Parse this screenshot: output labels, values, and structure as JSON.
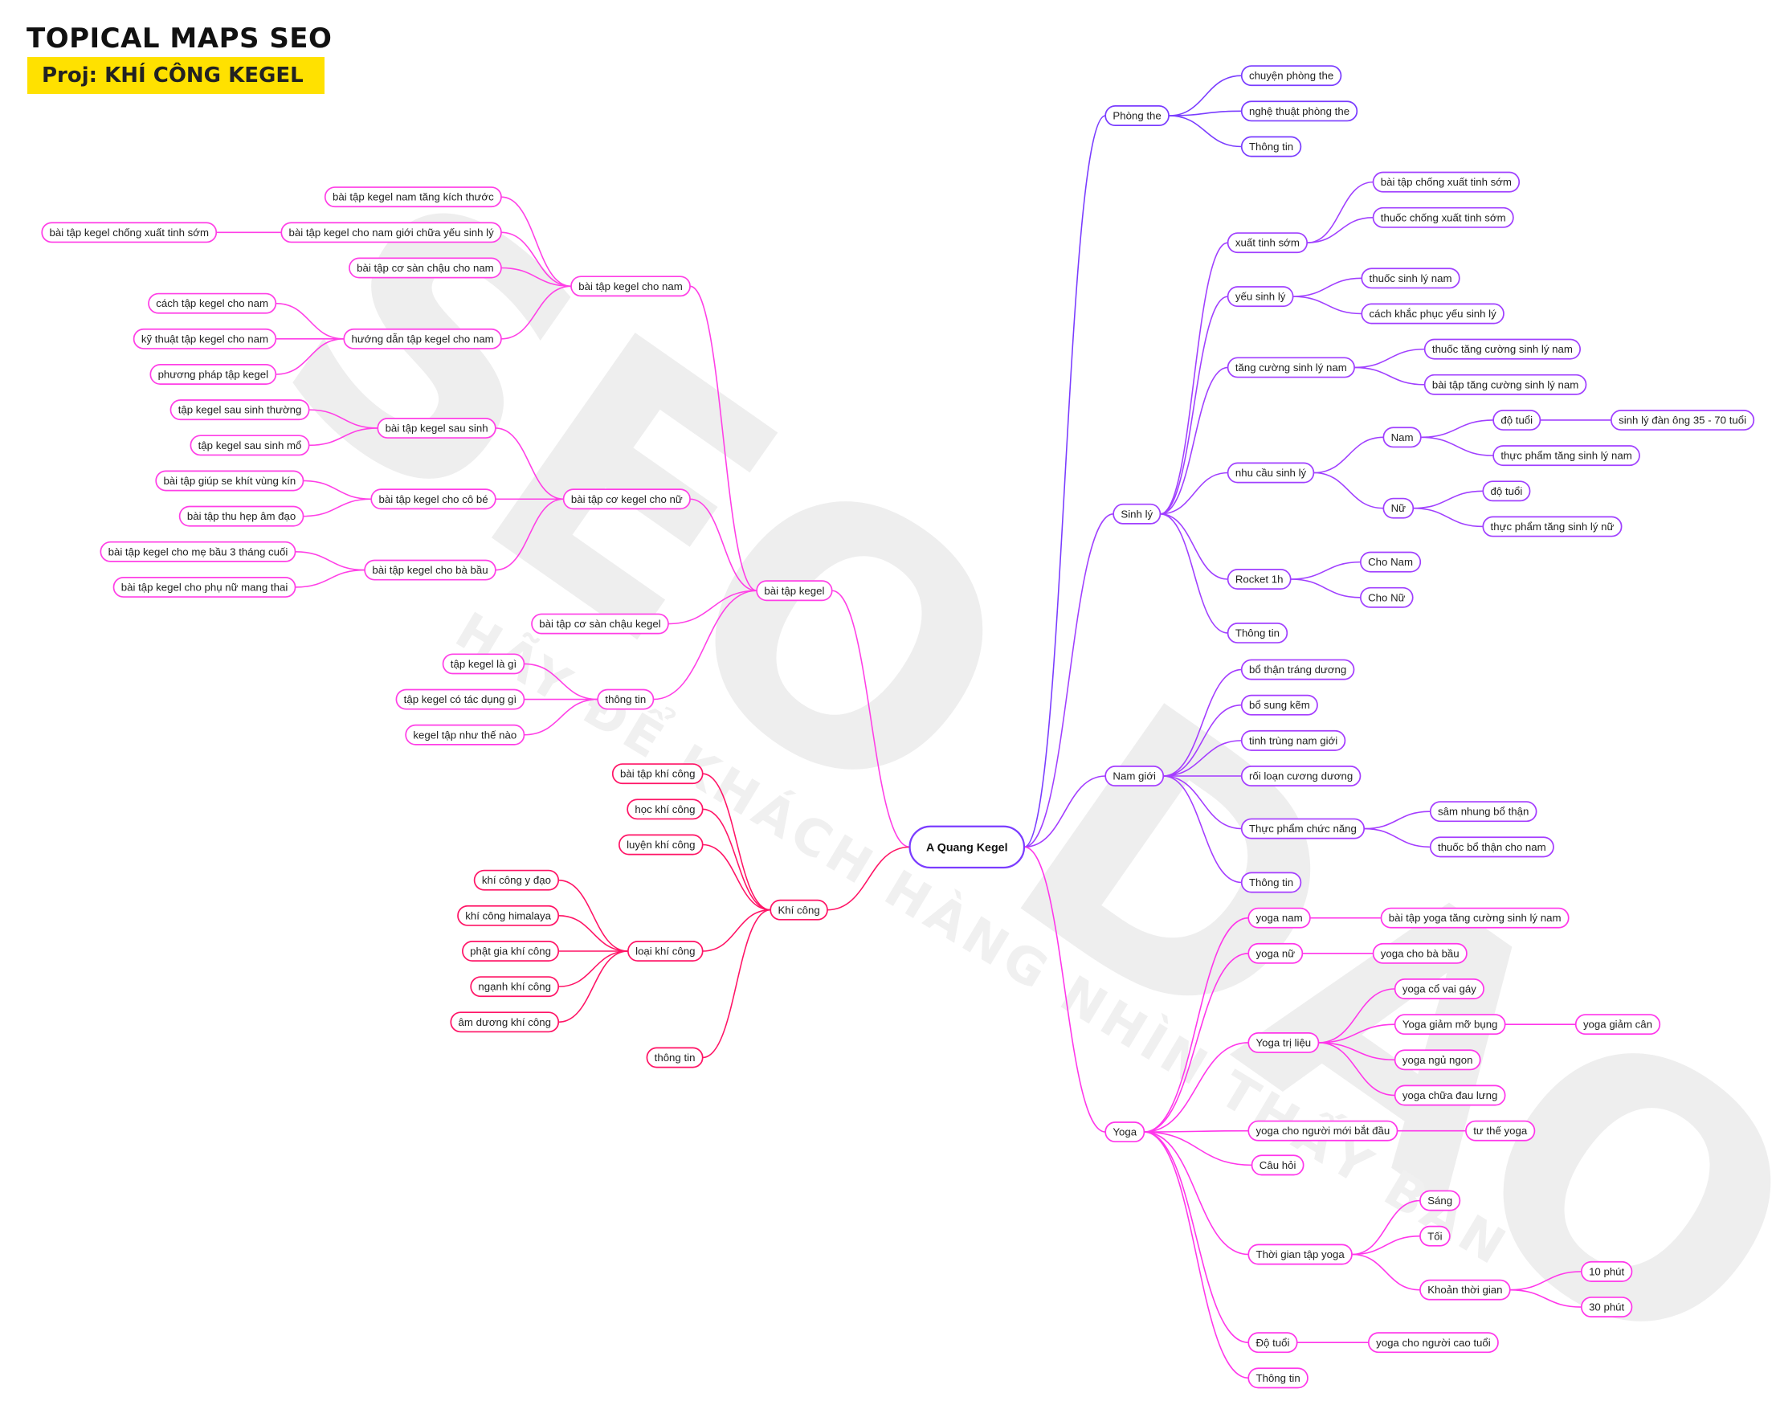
{
  "header": {
    "title": "TOPICAL MAPS SEO",
    "project": "Proj: KHÍ CÔNG KEGEL",
    "project_bg": "#ffe100"
  },
  "watermark": {
    "logo": "SEO DAO",
    "slogan": "HÃY ĐỂ KHÁCH HÀNG NHÌN THẤY BẠN"
  },
  "mindmap": {
    "label": "A Quang Kegel",
    "color": "#7b3cff",
    "children": [
      {
        "label": "bài tập kegel",
        "color": "#ff3fe6",
        "children": [
          {
            "label": "bài tập kegel cho nam",
            "children": [
              {
                "label": "bài tập kegel nam tăng kích thước"
              },
              {
                "label": "bài tập kegel cho nam giới chữa yếu sinh lý",
                "children": [
                  {
                    "label": "bài tập kegel chống xuất tinh sớm"
                  }
                ]
              },
              {
                "label": "bài tập cơ sàn chậu cho nam"
              },
              {
                "label": "hướng dẫn tập kegel cho nam",
                "children": [
                  {
                    "label": "cách tập kegel cho nam"
                  },
                  {
                    "label": "kỹ thuật tập kegel cho nam"
                  },
                  {
                    "label": "phương pháp tập kegel"
                  }
                ]
              }
            ]
          },
          {
            "label": "bài tập cơ kegel cho nữ",
            "children": [
              {
                "label": "bài tập kegel sau sinh",
                "children": [
                  {
                    "label": "tập kegel sau sinh thường"
                  },
                  {
                    "label": "tập kegel sau sinh mổ"
                  }
                ]
              },
              {
                "label": "bài tập kegel cho cô bé",
                "children": [
                  {
                    "label": "bài tập giúp se khít vùng kín"
                  },
                  {
                    "label": "bài tập thu hẹp âm đạo"
                  }
                ]
              },
              {
                "label": "bài tập kegel cho bà bầu",
                "children": [
                  {
                    "label": "bài tập kegel cho mẹ bầu 3 tháng cuối"
                  },
                  {
                    "label": "bài tập kegel cho phụ nữ mang thai"
                  }
                ]
              }
            ]
          },
          {
            "label": "bài tập cơ sàn chậu kegel"
          },
          {
            "label": "thông tin",
            "children": [
              {
                "label": "tập kegel là gì"
              },
              {
                "label": "tập kegel có tác dụng gì"
              },
              {
                "label": "kegel tập như thế nào"
              }
            ]
          }
        ]
      },
      {
        "label": "Khí công",
        "color": "#ff1466",
        "children": [
          {
            "label": "bài tập khí công"
          },
          {
            "label": "học khí công"
          },
          {
            "label": "luyện khí công"
          },
          {
            "label": "loại khí công",
            "children": [
              {
                "label": "khí công y đạo"
              },
              {
                "label": "khí công himalaya"
              },
              {
                "label": "phật gia khí công"
              },
              {
                "label": "ngạnh khí công"
              },
              {
                "label": "âm dương khí công"
              }
            ]
          },
          {
            "label": "thông tin"
          }
        ]
      },
      {
        "label": "Phòng the",
        "color": "#7a3cff",
        "children": [
          {
            "label": "chuyện phòng the"
          },
          {
            "label": "nghệ thuật phòng the"
          },
          {
            "label": "Thông tin"
          }
        ]
      },
      {
        "label": "Sinh lý",
        "color": "#a040ff",
        "children": [
          {
            "label": "xuất tinh sớm",
            "children": [
              {
                "label": "bài tập chống xuất tinh sớm"
              },
              {
                "label": "thuốc chống xuất tinh sớm"
              }
            ]
          },
          {
            "label": "yếu sinh lý",
            "children": [
              {
                "label": "thuốc sinh lý nam"
              },
              {
                "label": "cách khắc phục yếu sinh lý"
              }
            ]
          },
          {
            "label": "tăng cường sinh lý nam",
            "children": [
              {
                "label": "thuốc tăng cường sinh lý nam"
              },
              {
                "label": "bài tập tăng cường sinh lý nam"
              }
            ]
          },
          {
            "label": "nhu cầu sinh lý",
            "children": [
              {
                "label": "Nam",
                "children": [
                  {
                    "label": "độ tuổi",
                    "children": [
                      {
                        "label": "sinh lý đàn ông 35 - 70 tuổi"
                      }
                    ]
                  },
                  {
                    "label": "thực phẩm tăng sinh lý nam"
                  }
                ]
              },
              {
                "label": "Nữ",
                "children": [
                  {
                    "label": "độ tuổi"
                  },
                  {
                    "label": "thực phẩm tăng sinh lý nữ"
                  }
                ]
              }
            ]
          },
          {
            "label": "Rocket 1h",
            "children": [
              {
                "label": "Cho Nam"
              },
              {
                "label": "Cho Nữ"
              }
            ]
          },
          {
            "label": "Thông tin"
          }
        ]
      },
      {
        "label": "Nam giới",
        "color": "#a43cff",
        "children": [
          {
            "label": "bổ thận tráng dương"
          },
          {
            "label": "bổ sung kẽm"
          },
          {
            "label": "tinh trùng nam giới"
          },
          {
            "label": "rối loạn cương dương"
          },
          {
            "label": "Thực phẩm chức năng",
            "children": [
              {
                "label": "sâm nhung bổ thận"
              },
              {
                "label": "thuốc bổ thận cho nam"
              }
            ]
          },
          {
            "label": "Thông tin"
          }
        ]
      },
      {
        "label": "Yoga",
        "color": "#ff36ea",
        "children": [
          {
            "label": "yoga nam",
            "children": [
              {
                "label": "bài tập yoga tăng cường sinh lý nam"
              }
            ]
          },
          {
            "label": "yoga nữ",
            "children": [
              {
                "label": "yoga cho bà bầu"
              }
            ]
          },
          {
            "label": "Yoga trị liệu",
            "children": [
              {
                "label": "yoga cổ vai gáy"
              },
              {
                "label": "Yoga giảm mỡ bụng",
                "children": [
                  {
                    "label": "yoga giảm cân"
                  }
                ]
              },
              {
                "label": "yoga ngủ ngon"
              },
              {
                "label": "yoga chữa đau lưng"
              }
            ]
          },
          {
            "label": "yoga cho người mới bắt đầu",
            "children": [
              {
                "label": "tư thế yoga"
              }
            ]
          },
          {
            "label": "Câu hỏi"
          },
          {
            "label": "Thời gian tập yoga",
            "children": [
              {
                "label": "Sáng"
              },
              {
                "label": "Tối"
              },
              {
                "label": "Khoản thời gian",
                "children": [
                  {
                    "label": "10 phút"
                  },
                  {
                    "label": "30 phút"
                  }
                ]
              }
            ]
          },
          {
            "label": "Độ tuổi",
            "children": [
              {
                "label": "yoga cho người cao tuổi"
              }
            ]
          },
          {
            "label": "Thông tin"
          }
        ]
      }
    ]
  }
}
